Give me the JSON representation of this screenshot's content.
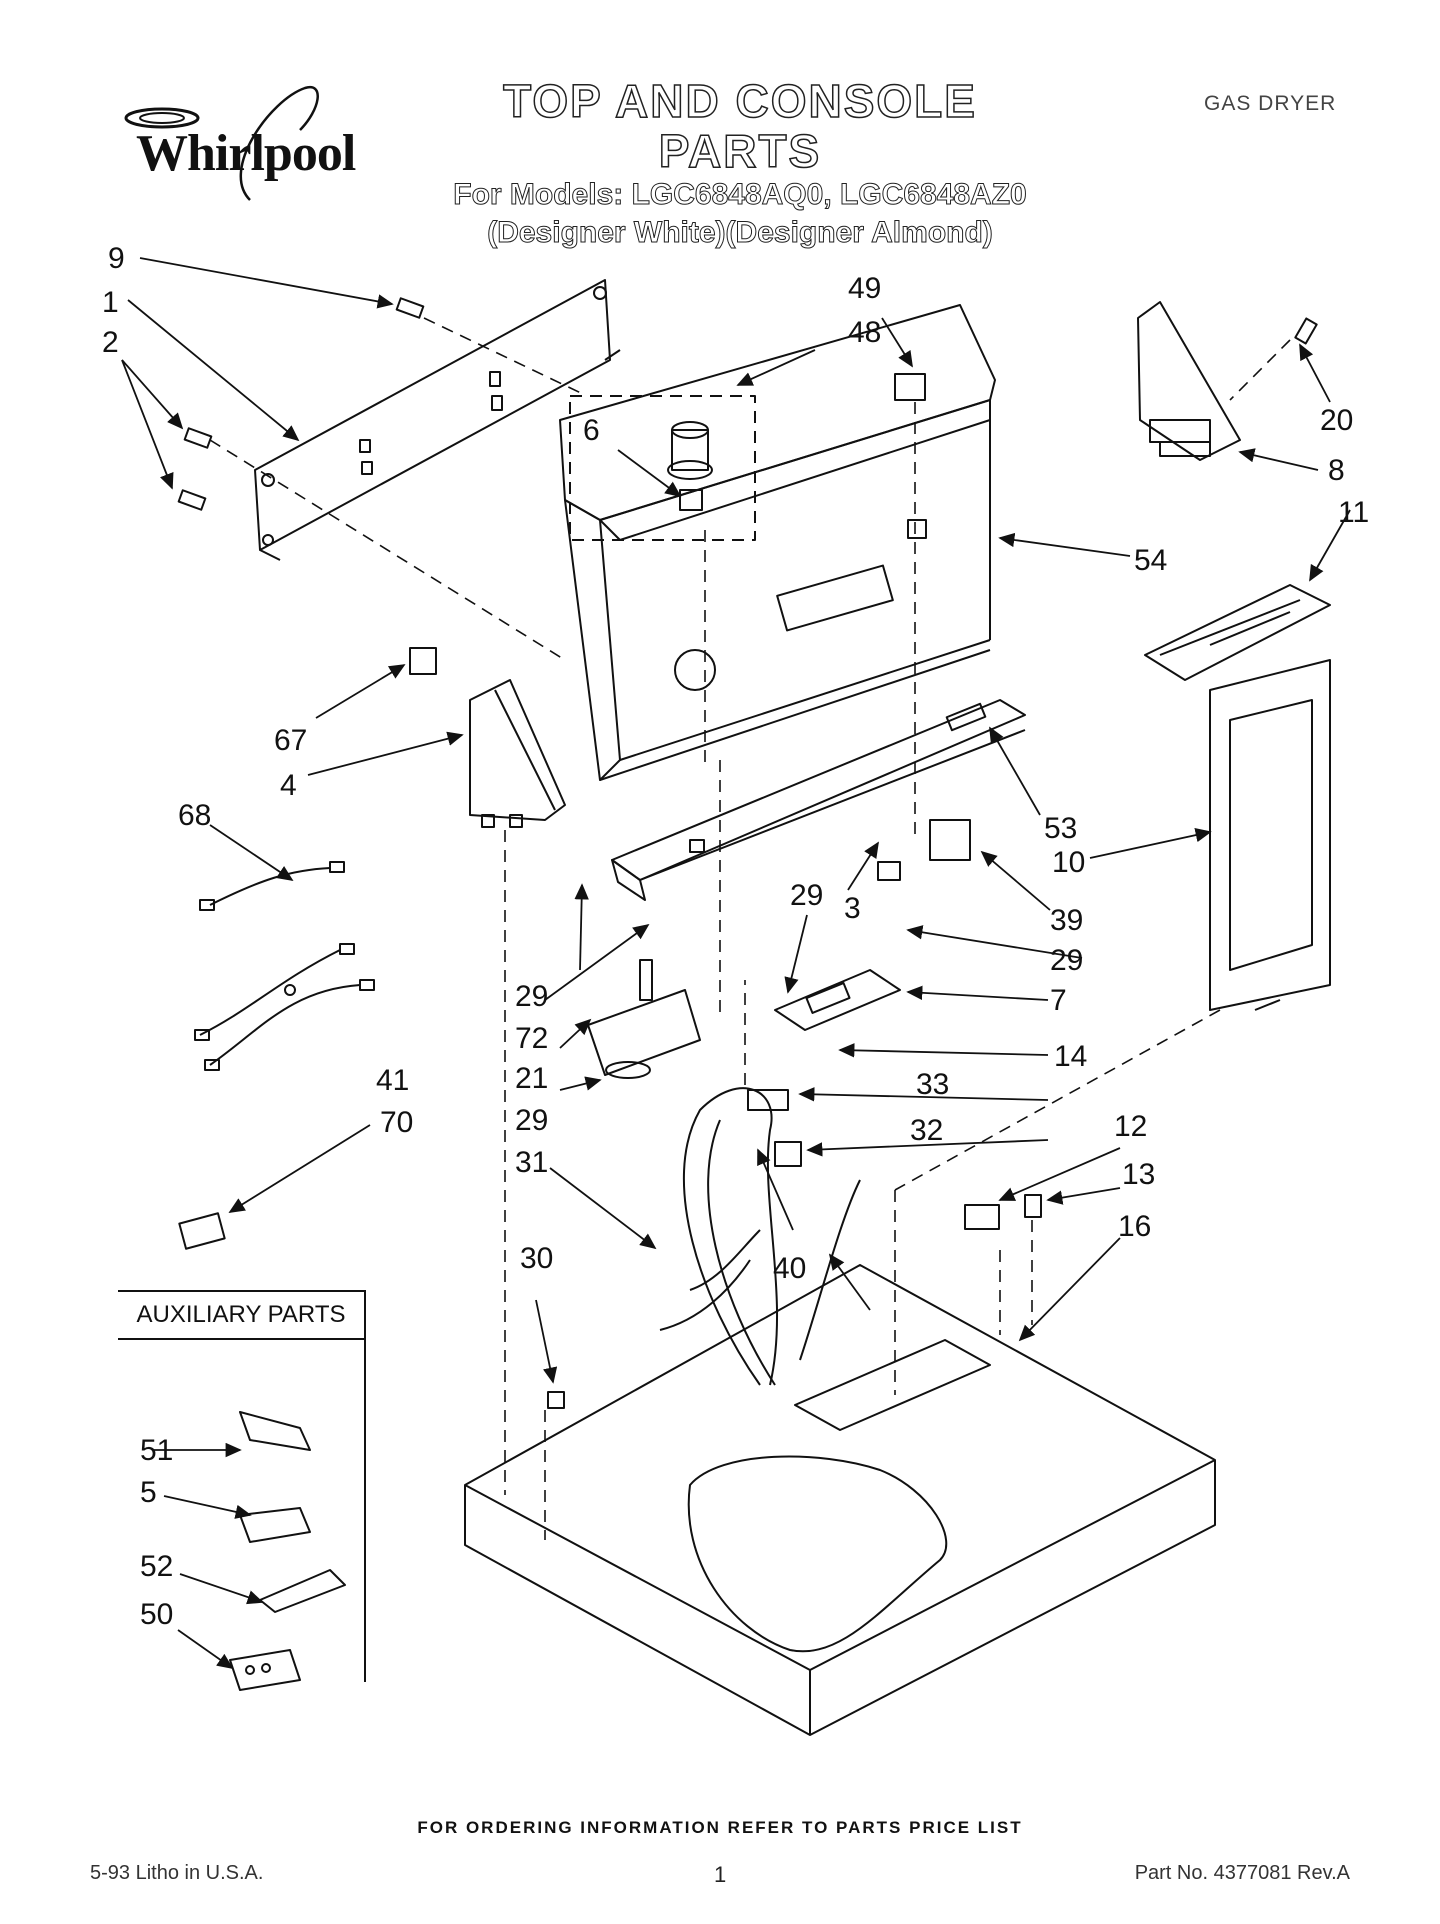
{
  "header": {
    "brand": "Whirlpool",
    "title": "TOP AND CONSOLE PARTS",
    "models_line": "For Models: LGC6848AQ0, LGC6848AZ0",
    "colors_line": "(Designer White)(Designer Almond)",
    "doc_type": "GAS DRYER"
  },
  "callouts": {
    "c9": "9",
    "c1": "1",
    "c2": "2",
    "c49": "49",
    "c48": "48",
    "c6": "6",
    "c20": "20",
    "c8": "8",
    "c11": "11",
    "c54": "54",
    "c67": "67",
    "c4": "4",
    "c68": "68",
    "c53": "53",
    "c10": "10",
    "c3": "3",
    "c39": "39",
    "c29a": "29",
    "c29b": "29",
    "c29c": "29",
    "c29d": "29",
    "c72": "72",
    "c21": "21",
    "c7": "7",
    "c14": "14",
    "c41": "41",
    "c70": "70",
    "c33": "33",
    "c32": "32",
    "c12": "12",
    "c31": "31",
    "c13": "13",
    "c16": "16",
    "c30": "30",
    "c40": "40",
    "c51": "51",
    "c5": "5",
    "c52": "52",
    "c50": "50"
  },
  "auxiliary": {
    "title": "AUXILIARY PARTS"
  },
  "footer": {
    "order_note": "FOR ORDERING INFORMATION REFER TO PARTS PRICE LIST",
    "litho": "5-93 Litho in U.S.A.",
    "page": "1",
    "part_no": "Part No. 4377081 Rev.A"
  }
}
